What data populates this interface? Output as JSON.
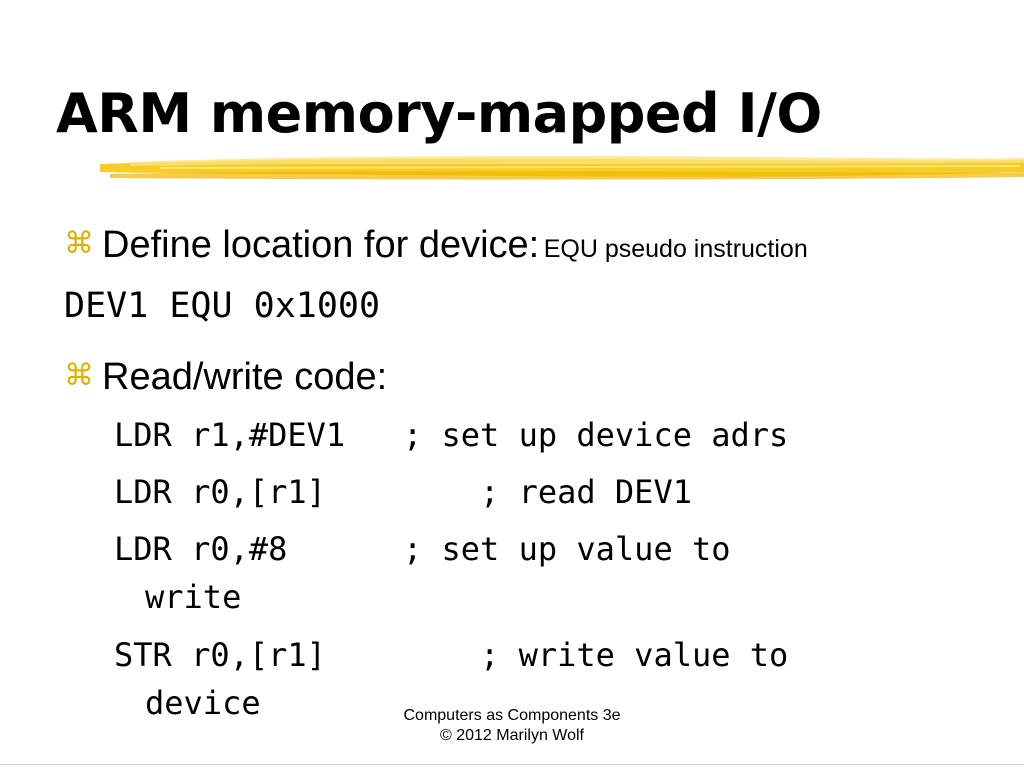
{
  "slide": {
    "title": "ARM memory-mapped I/O",
    "accent_color": "#f5c400"
  },
  "bullets": [
    {
      "glyph": "⌘",
      "text": "Define location for device:",
      "subtext": "EQU pseudo instruction"
    },
    {
      "glyph": "⌘",
      "text": "Read/write code:"
    }
  ],
  "code": {
    "definition": "DEV1 EQU 0x1000",
    "lines": [
      "LDR r1,#DEV1   ; set up device adrs",
      "LDR r0,[r1]        ; read DEV1",
      "LDR r0,#8      ; set up value to",
      "write",
      "STR r0,[r1]        ; write value to",
      "device"
    ]
  },
  "footer": {
    "line1": "Computers as Components 3e",
    "line2": "© 2012 Marilyn Wolf"
  }
}
